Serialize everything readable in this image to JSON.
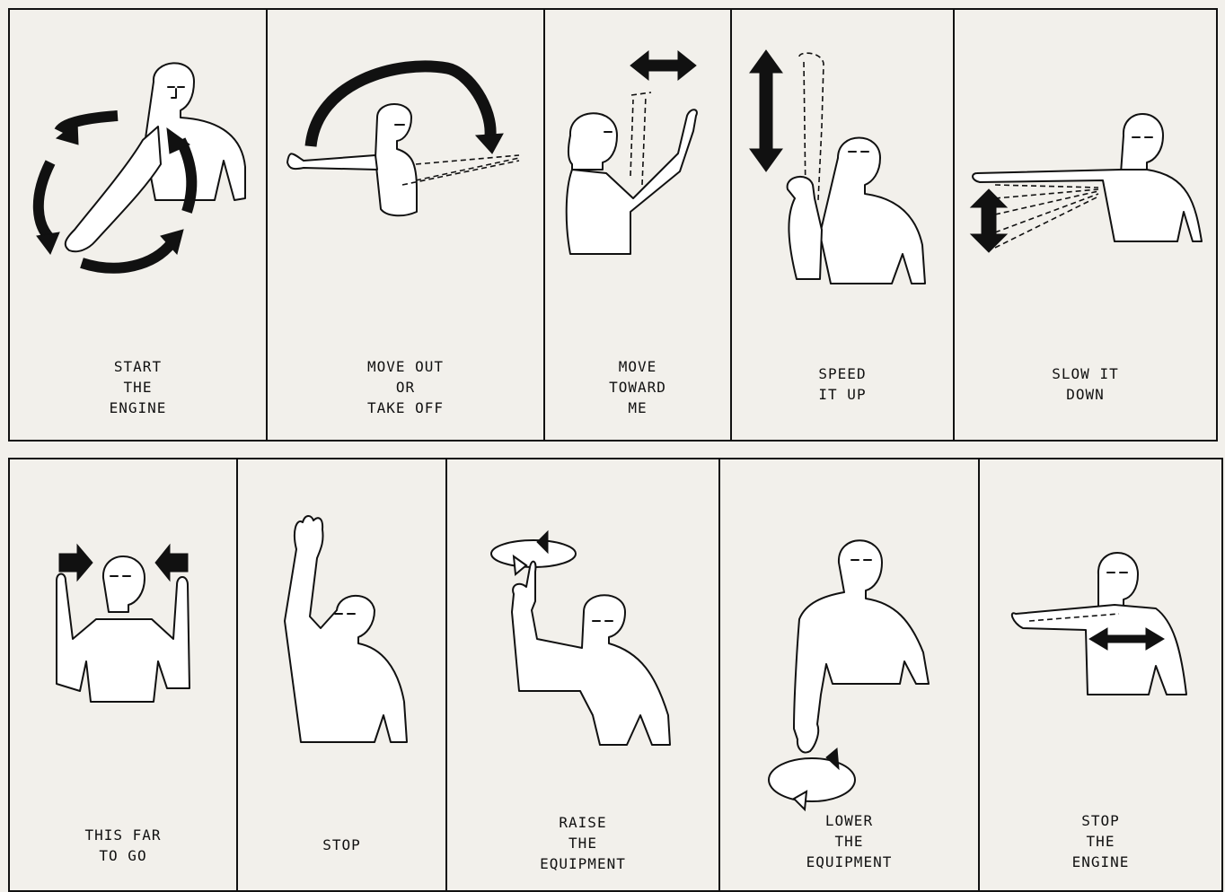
{
  "signals": [
    {
      "caption": "START\nTHE\nENGINE"
    },
    {
      "caption": "MOVE OUT\nOR\nTAKE OFF"
    },
    {
      "caption": "MOVE\nTOWARD\nME"
    },
    {
      "caption": "SPEED\nIT UP"
    },
    {
      "caption": "SLOW IT\nDOWN"
    },
    {
      "caption": "THIS FAR\nTO GO"
    },
    {
      "caption": "STOP"
    },
    {
      "caption": "RAISE\nTHE\nEQUIPMENT"
    },
    {
      "caption": "LOWER\nTHE\nEQUIPMENT"
    },
    {
      "caption": "STOP\nTHE\nENGINE"
    }
  ]
}
